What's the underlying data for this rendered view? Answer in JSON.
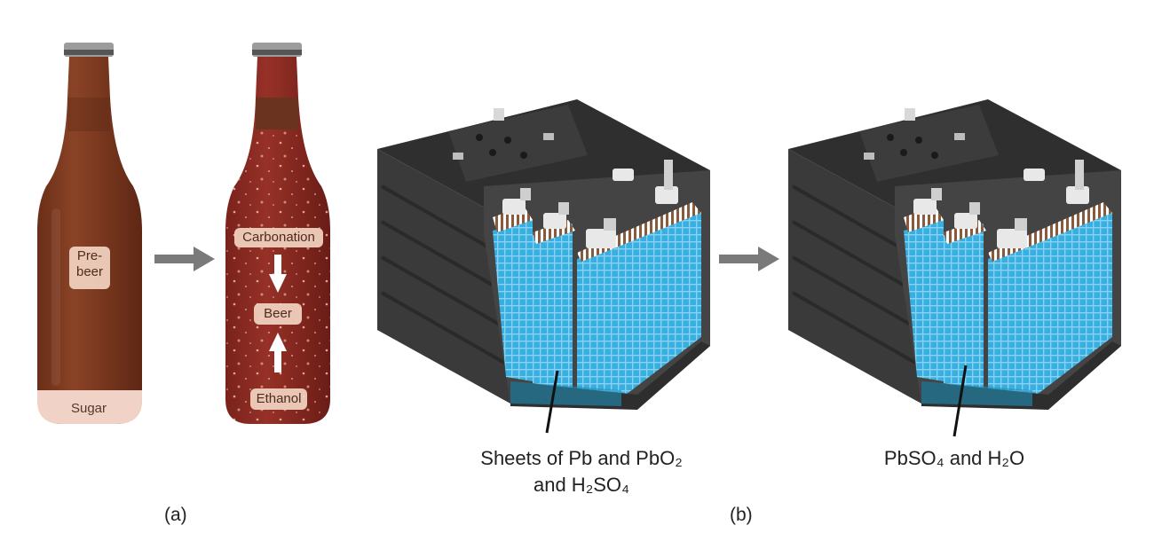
{
  "panel_a": {
    "label": "(a)",
    "bottle_left": {
      "tag_top": "Pre-\nbeer",
      "tag_bottom": "Sugar"
    },
    "bottle_right": {
      "tag_top": "Carbonation",
      "tag_middle": "Beer",
      "tag_bottom": "Ethanol"
    }
  },
  "panel_b": {
    "label": "(b)",
    "battery_left_caption_line1": "Sheets of Pb and PbO₂",
    "battery_left_caption_line2": "and H₂SO₄",
    "battery_right_caption": "PbSO₄ and H₂O"
  },
  "colors": {
    "beer_dark": "#7b3a22",
    "beer_red": "#8e2b22",
    "arrow_gray": "#7a7a7a",
    "battery_case": "#3a3a3a",
    "cell_blue": "#3fb3e3"
  }
}
